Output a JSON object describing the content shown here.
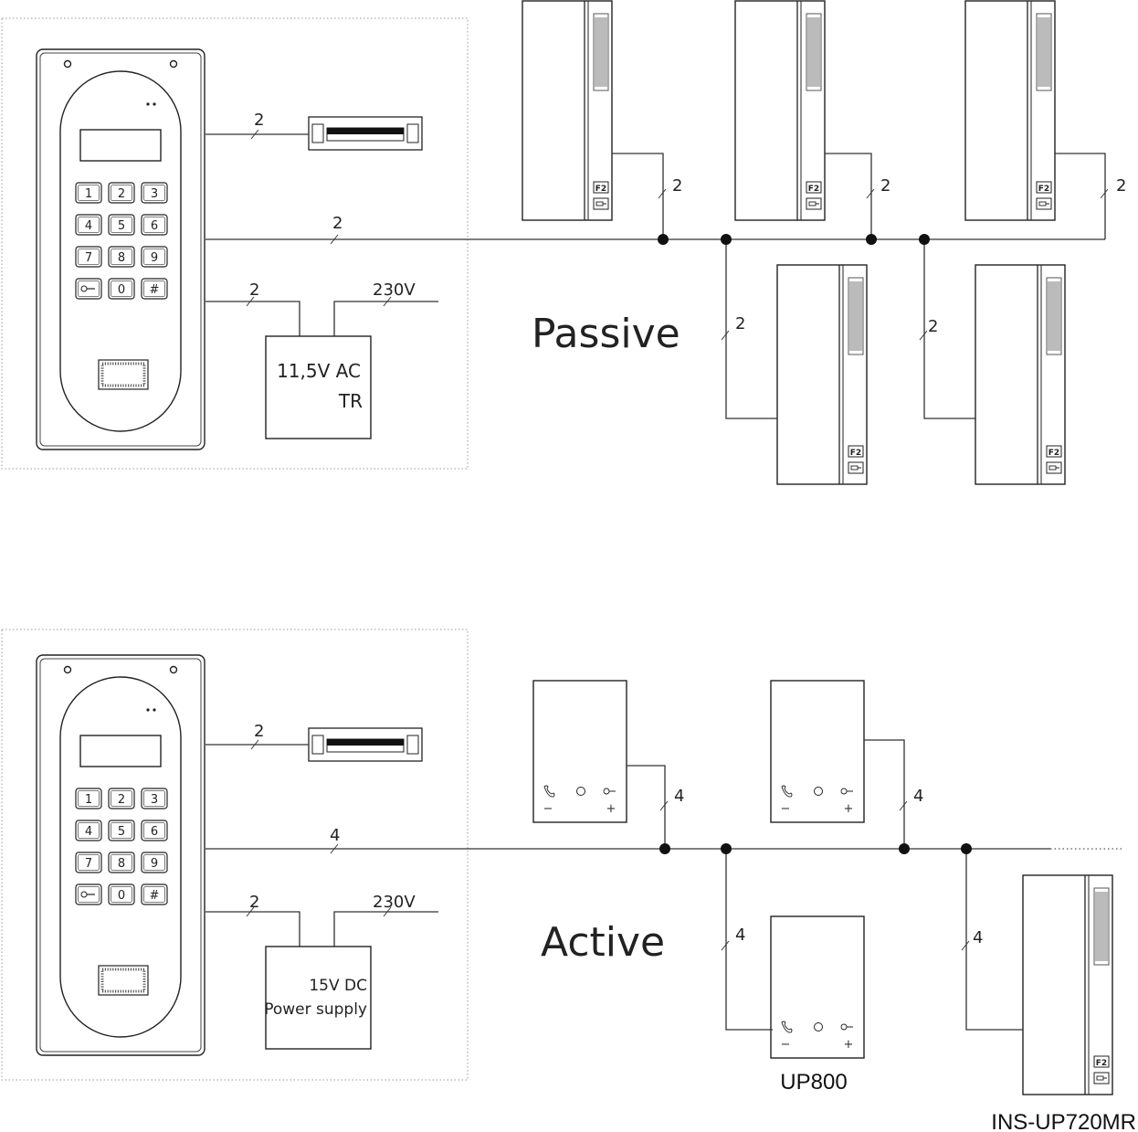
{
  "passive": {
    "title": "Passive",
    "lock_wire_count": "2",
    "bus_wire_count": "2",
    "psu_wire_count": "2",
    "mains_label": "230V",
    "psu_line1": "11,5V AC",
    "psu_line2": "TR",
    "handset_wire_count": "2",
    "keypad_keys": [
      "1",
      "2",
      "3",
      "4",
      "5",
      "6",
      "7",
      "8",
      "9",
      "key",
      "0",
      "#"
    ],
    "handset_button_f2": "F2"
  },
  "active": {
    "title": "Active",
    "lock_wire_count": "2",
    "bus_wire_count": "4",
    "psu_wire_count": "2",
    "mains_label": "230V",
    "psu_line1": "15V DC",
    "psu_line2": "Power supply",
    "monitor_wire_count": "4",
    "up800_label": "UP800",
    "handset_label": "INS-UP720MR",
    "monitor_minus": "−",
    "monitor_plus": "+",
    "keypad_keys": [
      "1",
      "2",
      "3",
      "4",
      "5",
      "6",
      "7",
      "8",
      "9",
      "key",
      "0",
      "#"
    ],
    "handset_button_f2": "F2"
  }
}
